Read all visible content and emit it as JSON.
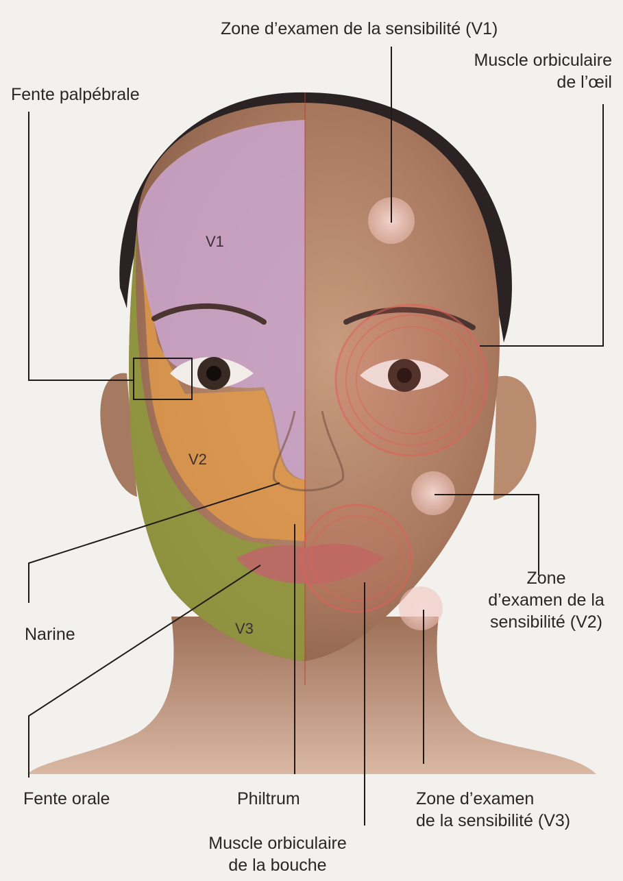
{
  "labels": {
    "zone_v1": "Zone d’examen de la sensibilité (V1)",
    "orbicularis_eye_line1": "Muscle orbiculaire",
    "orbicularis_eye_line2": "de l’œil",
    "palpebral": "Fente palpébrale",
    "nostril": "Narine",
    "zone_v2_line1": "Zone",
    "zone_v2_line2": "d’examen de la",
    "zone_v2_line3": "sensibilité (V2)",
    "oral": "Fente orale",
    "philtrum": "Philtrum",
    "zone_v3_line1": "Zone d’examen",
    "zone_v3_line2": "de la sensibilité (V3)",
    "orbicularis_mouth_line1": "Muscle orbiculaire",
    "orbicularis_mouth_line2": "de la bouche"
  },
  "zones": {
    "v1": "V1",
    "v2": "V2",
    "v3": "V3"
  },
  "colors": {
    "v1_zone": "#c9a3c9",
    "v2_zone": "#e09a4a",
    "v3_zone": "#8e9a3c",
    "skin": "#b88a70",
    "muscle_ring": "#e0605a",
    "exam_spot": "#f1cfca",
    "hair": "#2b2323"
  }
}
